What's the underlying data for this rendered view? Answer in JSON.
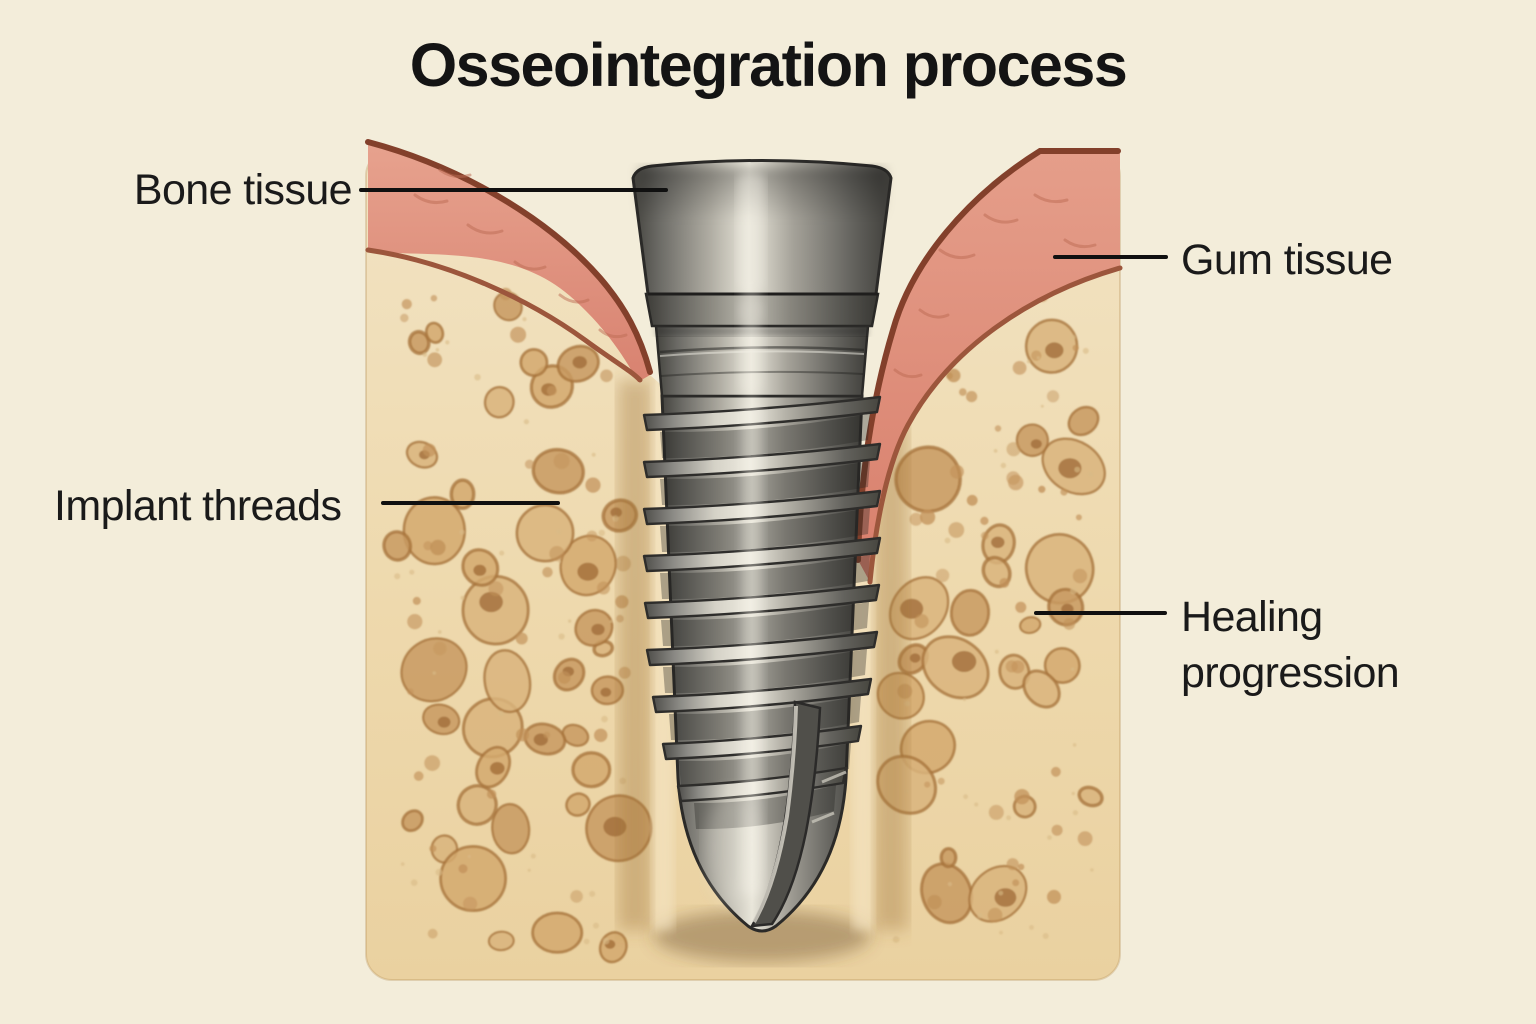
{
  "title": "Osseointegration process",
  "labels": {
    "bone_tissue": "Bone tissue",
    "gum_tissue": "Gum tissue",
    "implant_threads": "Implant threads",
    "healing_progression": "Healing progression"
  },
  "colors": {
    "background": "#f3edda",
    "bone_fill": "#eedaae",
    "bone_blob": "#cda26a",
    "bone_blob_outline": "#a5713a",
    "gum_fill": "#df8f7b",
    "gum_outline": "#83402b",
    "implant_metal_light": "#e9e6da",
    "implant_metal_dark": "#45443f",
    "implant_outline": "#2b2a28",
    "label_text": "#1a1a1a",
    "leader_line": "#101010"
  }
}
